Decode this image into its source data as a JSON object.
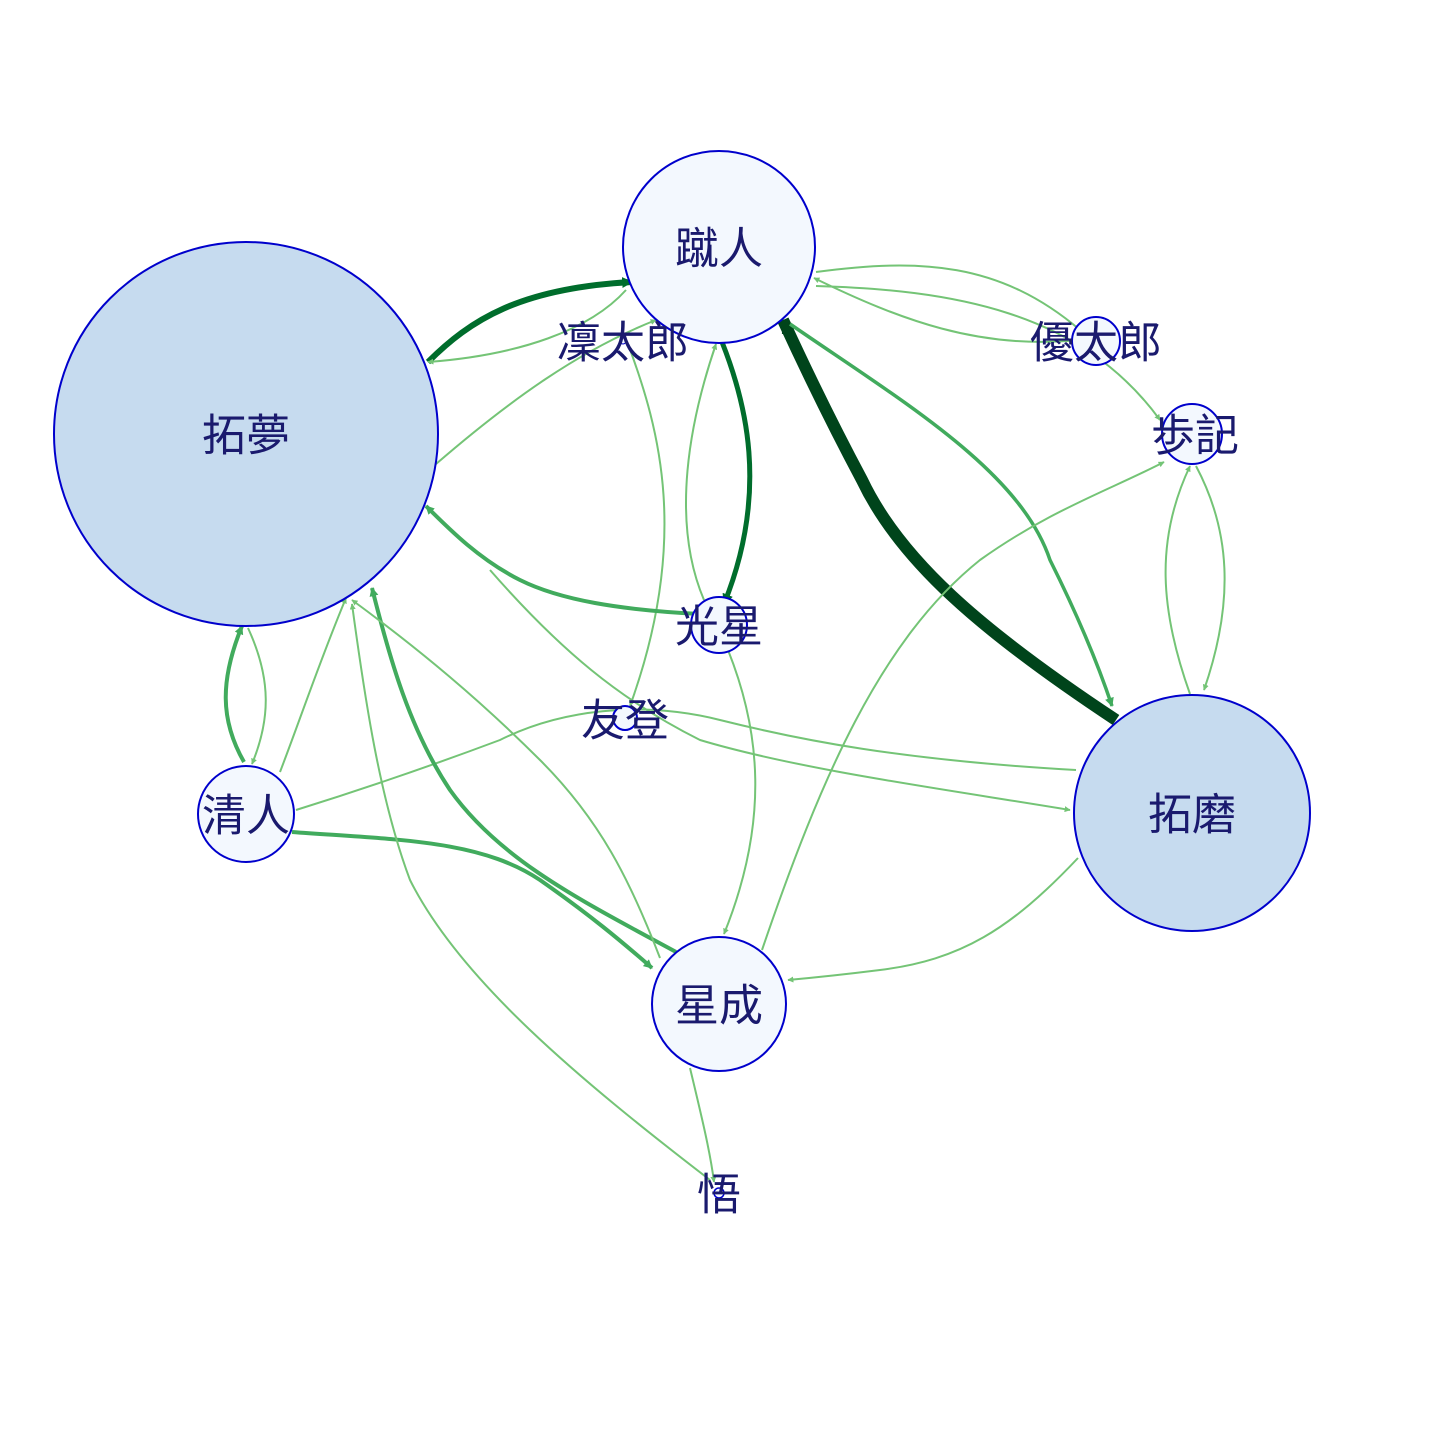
{
  "nodes": [
    {
      "id": "takumu",
      "label": "拓夢",
      "fill": "#c6dbef",
      "stroke": "#0000cc"
    },
    {
      "id": "shuto",
      "label": "蹴人",
      "fill": "#f3f8fe",
      "stroke": "#0000cc"
    },
    {
      "id": "takuma",
      "label": "拓磨",
      "fill": "#c6dbef",
      "stroke": "#0000cc"
    },
    {
      "id": "kiyoto",
      "label": "清人",
      "fill": "#f3f8fe",
      "stroke": "#0000cc"
    },
    {
      "id": "seinari",
      "label": "星成",
      "fill": "#f3f8fe",
      "stroke": "#0000cc"
    },
    {
      "id": "kosei",
      "label": "光星",
      "fill": "#f3f8fe",
      "stroke": "#0000cc"
    },
    {
      "id": "ayuki",
      "label": "歩記",
      "fill": "#f3f8fe",
      "stroke": "#0000cc"
    },
    {
      "id": "yutaro",
      "label": "優太郎",
      "fill": "#f3f8fe",
      "stroke": "#0000cc"
    },
    {
      "id": "yuto",
      "label": "友登",
      "fill": "#f3f8fe",
      "stroke": "#0000cc"
    },
    {
      "id": "rintaro",
      "label": "凜太郎",
      "fill": "#f3f8fe",
      "stroke": "#0000cc"
    },
    {
      "id": "satoru",
      "label": "悟",
      "fill": "#f3f8fe",
      "stroke": "#0000cc"
    }
  ],
  "edge_colors": {
    "light": "#74c476",
    "mid": "#41ab5d",
    "dark": "#006d2c",
    "darkest": "#00441b"
  }
}
